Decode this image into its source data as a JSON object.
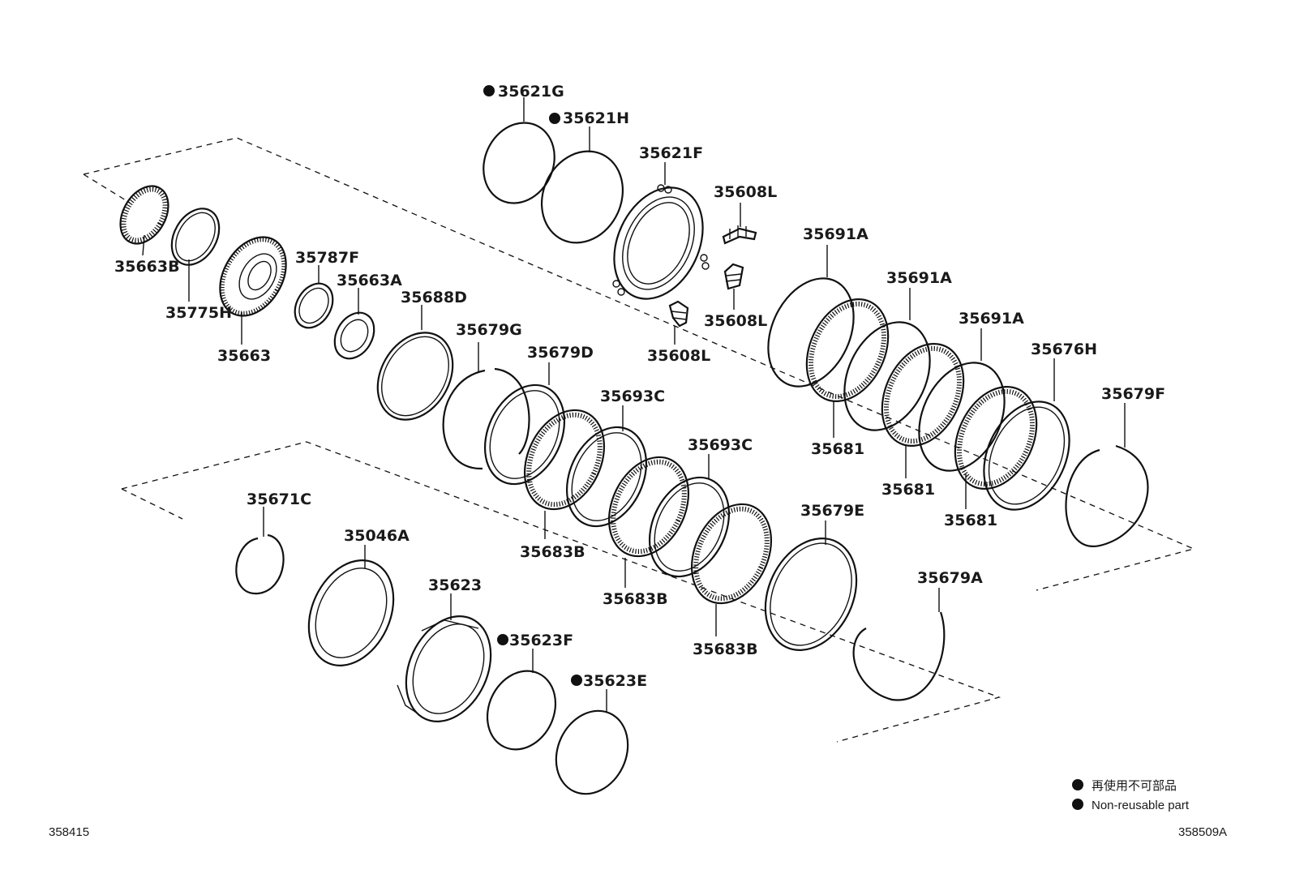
{
  "title": "",
  "labels": {
    "p35621G": "35621G",
    "p35621H": "35621H",
    "p35621F": "35621F",
    "p35608L_a": "35608L",
    "p35608L_b": "35608L",
    "p35608L_c": "35608L",
    "p35663B": "35663B",
    "p35775H": "35775H",
    "p35663": "35663",
    "p35787F": "35787F",
    "p35663A": "35663A",
    "p35688D": "35688D",
    "p35679G": "35679G",
    "p35679D": "35679D",
    "p35693C_a": "35693C",
    "p35693C_b": "35693C",
    "p35683B_a": "35683B",
    "p35683B_b": "35683B",
    "p35683B_c": "35683B",
    "p35691A_a": "35691A",
    "p35691A_b": "35691A",
    "p35691A_c": "35691A",
    "p35681_a": "35681",
    "p35681_b": "35681",
    "p35681_c": "35681",
    "p35676H": "35676H",
    "p35679F": "35679F",
    "p35679E": "35679E",
    "p35679A": "35679A",
    "p35671C": "35671C",
    "p35046A": "35046A",
    "p35623": "35623",
    "p35623F": "35623F",
    "p35623E": "35623E"
  },
  "legend": {
    "jp": "再使用不可部品",
    "en": "Non-reusable part"
  },
  "footer": {
    "left_code": "358415",
    "right_code": "358509A"
  },
  "colors": {
    "ink": "#111111",
    "background": "#ffffff"
  }
}
